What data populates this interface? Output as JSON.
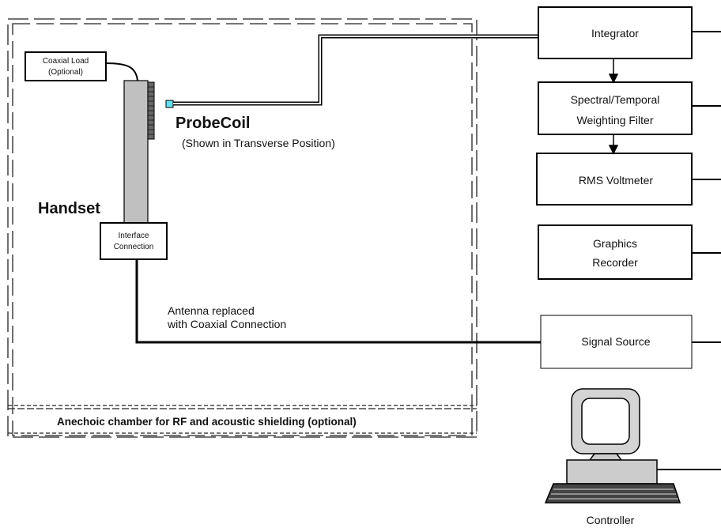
{
  "chamber": {
    "caption": "Anechoic chamber for RF and acoustic shielding (optional)"
  },
  "coaxial_load": {
    "line1": "Coaxial Load",
    "line2": "(Optional)"
  },
  "handset": {
    "label": "Handset"
  },
  "interface": {
    "line1": "Interface",
    "line2": "Connection"
  },
  "probe": {
    "title": "ProbeCoil",
    "note": "(Shown in Transverse Position)"
  },
  "antenna_note": {
    "line1": "Antenna replaced",
    "line2": "with Coaxial Connection"
  },
  "instruments": {
    "integrator": "Integrator",
    "filter": {
      "line1": "Spectral/Temporal",
      "line2": "Weighting Filter"
    },
    "rms": "RMS Voltmeter",
    "recorder": {
      "line1": "Graphics",
      "line2": "Recorder"
    },
    "signal_source": "Signal Source",
    "controller": "Controller"
  },
  "colors": {
    "probe_tip": "#66e0f0",
    "handset_body": "#c0c0c0",
    "monitor": "#d4d4d4"
  }
}
